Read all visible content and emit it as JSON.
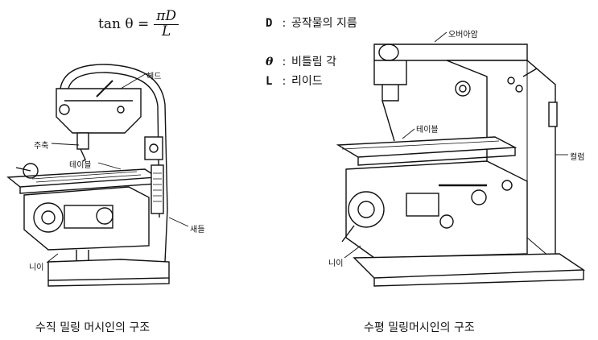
{
  "formula": {
    "lhs": "tan θ =",
    "numerator": "πD",
    "denominator": "L"
  },
  "legend": [
    {
      "symbol": "D",
      "desc": "공작물의 지름"
    },
    {
      "symbol": "θ",
      "desc": "비틀림 각"
    },
    {
      "symbol": "L",
      "desc": "리이드"
    }
  ],
  "left_machine": {
    "labels": {
      "head": "헤드",
      "spindle": "주축",
      "table": "테이블",
      "saddle": "새들",
      "knee": "니이"
    },
    "caption": "수직 밀링 머시인의 구조"
  },
  "right_machine": {
    "labels": {
      "overarm": "오버아암",
      "table": "테이블",
      "column": "컬럼",
      "knee": "니이"
    },
    "caption": "수평 밀링머시인의 구조"
  }
}
